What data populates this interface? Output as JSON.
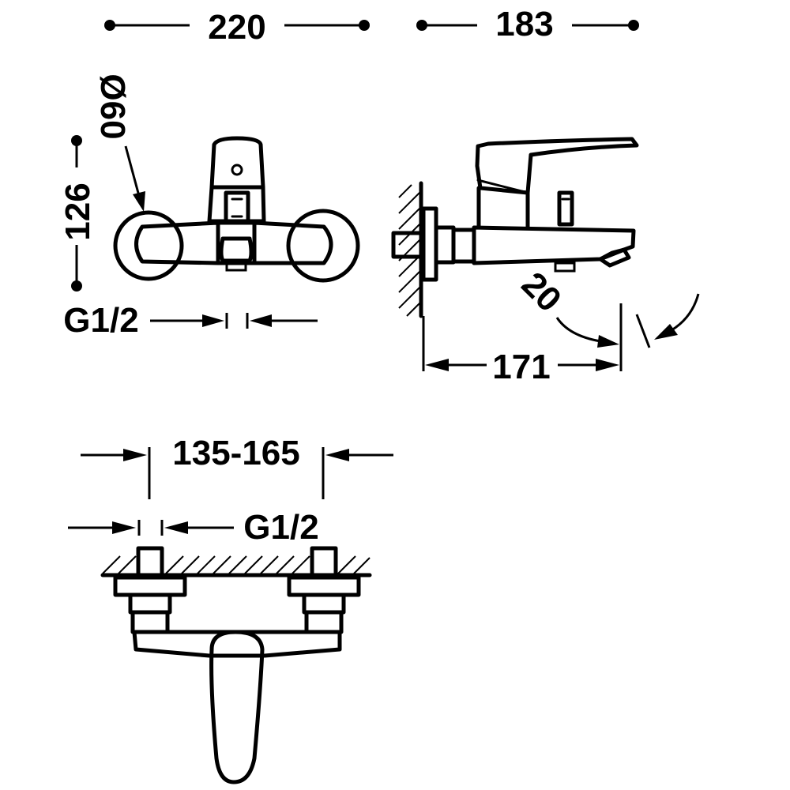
{
  "dimensions": {
    "overall_width": "220",
    "overall_depth": "183",
    "outlet_diameter": "Ø60",
    "connection_height": "126",
    "thread_front": "G1/2",
    "wall_projection": "171",
    "spout_angle": "20",
    "centre_distance": "135-165",
    "thread_top": "G1/2"
  },
  "colors": {
    "line": "#000000",
    "background": "#ffffff"
  }
}
